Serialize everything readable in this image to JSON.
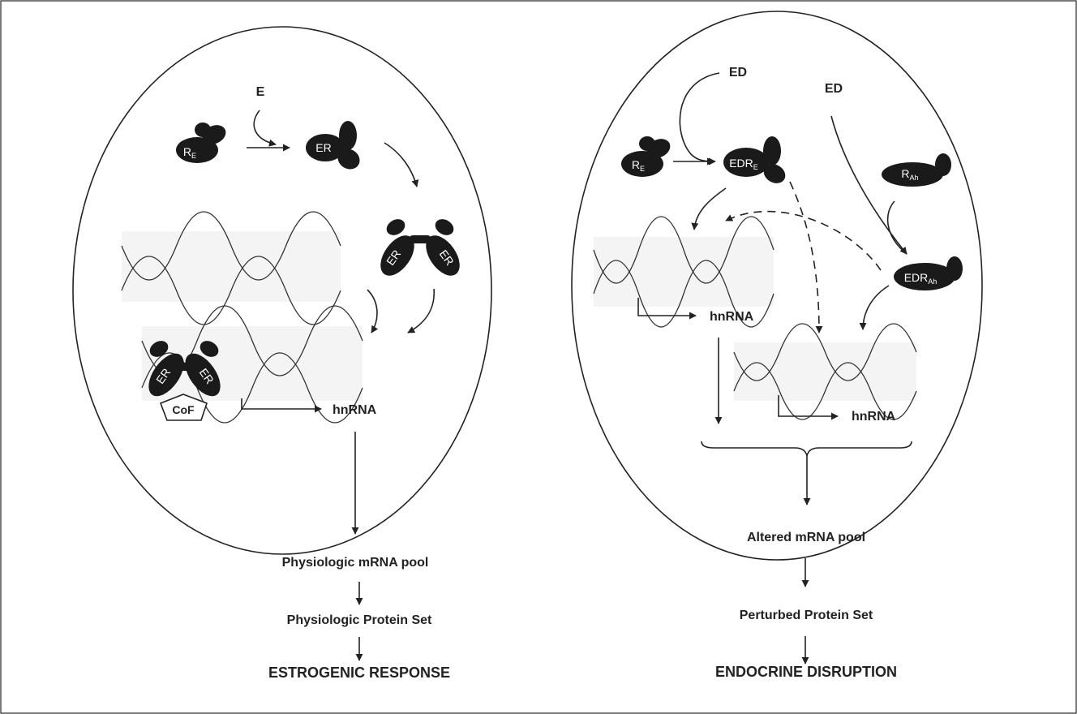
{
  "left_panel": {
    "ligand": "E",
    "receptor": {
      "main": "R",
      "sub": "E"
    },
    "bound_receptor": "ER",
    "dimer_left": "ER",
    "dimer_right": "ER",
    "dna_dimer_left": "ER",
    "dna_dimer_right": "ER",
    "cofactor": "CoF",
    "transcript": "hnRNA",
    "mrna_pool": "Physiologic mRNA pool",
    "protein_set": "Physiologic Protein Set",
    "response": "ESTROGENIC RESPONSE"
  },
  "right_panel": {
    "ligand_top": "ED",
    "ligand_right": "ED",
    "receptor": {
      "main": "R",
      "sub": "E"
    },
    "bound_receptor": {
      "main": "EDR",
      "sub": "E"
    },
    "ah_receptor": {
      "main": "R",
      "sub": "Ah"
    },
    "ah_bound_receptor": {
      "main": "EDR",
      "sub": "Ah"
    },
    "transcript_1": "hnRNA",
    "transcript_2": "hnRNA",
    "mrna_pool": "Altered mRNA pool",
    "protein_set": "Perturbed Protein Set",
    "response": "ENDOCRINE DISRUPTION"
  }
}
